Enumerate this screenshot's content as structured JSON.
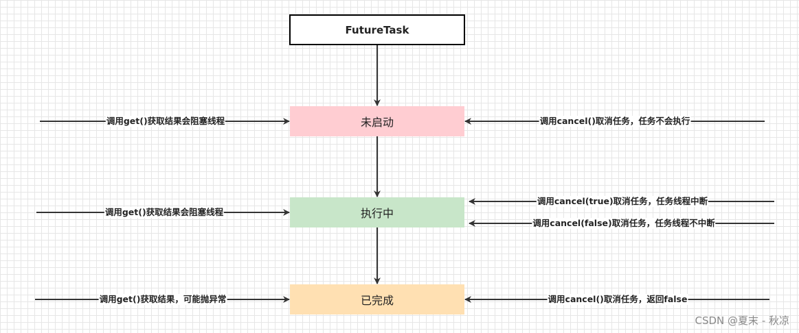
{
  "nodes": {
    "futuretask": "FutureTask",
    "not_started": "未启动",
    "running": "执行中",
    "completed": "已完成"
  },
  "edges": {
    "get_not_started": "调用get()获取结果会阻塞线程",
    "cancel_not_started": "调用cancel()取消任务，任务不会执行",
    "get_running": "调用get()获取结果会阻塞线程",
    "cancel_true_running": "调用cancel(true)取消任务，任务线程中断",
    "cancel_false_running": "调用cancel(false)取消任务，任务线程不中断",
    "get_completed": "调用get()获取结果，可能抛异常",
    "cancel_completed": "调用cancel()取消任务，返回false"
  },
  "watermark": "CSDN @夏末 - 秋凉",
  "colors": {
    "not_started": "#ffcdd2",
    "running": "#c8e6c9",
    "completed": "#ffe0b2",
    "line": "#333333"
  }
}
